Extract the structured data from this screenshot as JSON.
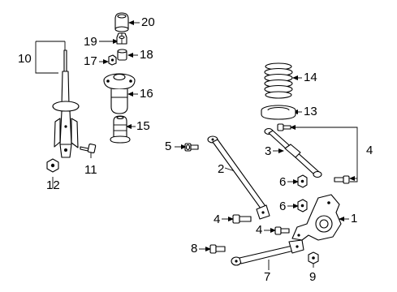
{
  "callouts": {
    "c1": "1",
    "c2": "2",
    "c3": "3",
    "c4a": "4",
    "c4b": "4",
    "c4c": "4",
    "c5": "5",
    "c6a": "6",
    "c6b": "6",
    "c7": "7",
    "c8": "8",
    "c9": "9",
    "c10": "10",
    "c11": "11",
    "c12": "12",
    "c13": "13",
    "c14": "14",
    "c15": "15",
    "c16": "16",
    "c17": "17",
    "c18": "18",
    "c19": "19",
    "c20": "20"
  }
}
